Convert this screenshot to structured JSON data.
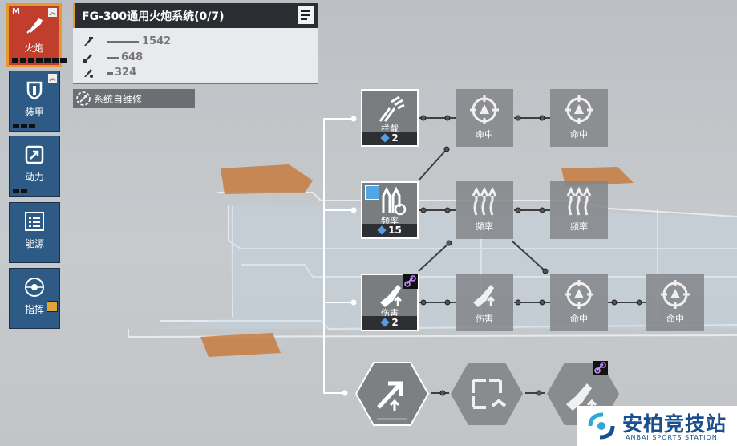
{
  "categories": [
    {
      "tag": "M",
      "label": "火炮",
      "active": true,
      "icon": "cannon-shell-icon"
    },
    {
      "label": "装甲",
      "icon": "armor-shield-icon"
    },
    {
      "label": "动力",
      "icon": "power-arrow-icon"
    },
    {
      "label": "能源",
      "icon": "energy-list-icon"
    },
    {
      "label": "指挥",
      "icon": "command-radar-icon"
    }
  ],
  "system": {
    "title": "FG-300通用火炮系统(0/7)",
    "stats": [
      {
        "icon": "damage-stat-icon",
        "value": "1542"
      },
      {
        "icon": "penetration-stat-icon",
        "value": "648"
      },
      {
        "icon": "range-stat-icon",
        "value": "324"
      }
    ],
    "ability": "系统自维修"
  },
  "tree": {
    "row1": [
      {
        "label": "拦截",
        "cost": "2"
      },
      {
        "label": "命中"
      },
      {
        "label": "命中"
      }
    ],
    "row2": [
      {
        "label": "频率",
        "cost": "15"
      },
      {
        "label": "频率"
      },
      {
        "label": "频率"
      }
    ],
    "row3": [
      {
        "label": "伤害",
        "cost": "2"
      },
      {
        "label": "伤害"
      },
      {
        "label": "命中"
      },
      {
        "label": "命中"
      }
    ]
  },
  "watermark": {
    "title": "安柏竞技站",
    "subtitle": "ANBAI SPORTS STATION"
  },
  "colors": {
    "active_category": "#c23e2c",
    "category": "#2e5b86",
    "accent": "#e79a2b"
  }
}
